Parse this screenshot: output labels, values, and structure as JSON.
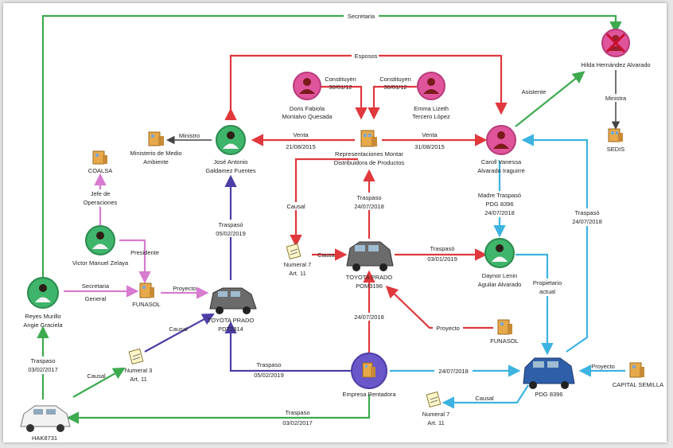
{
  "colors": {
    "green": "#3daa4f",
    "red": "#e0383c",
    "blue": "#3cb3e0",
    "purple": "#4b3fa6",
    "pink": "#d77bd0",
    "person_green": "#3fb56b",
    "person_pink": "#e0549c"
  },
  "nodes": {
    "hilda": {
      "name": "Hilda Hernández Alvarado",
      "icon": "person-crossed-icon"
    },
    "sedis": {
      "name": "SEDIS",
      "icon": "building-icon"
    },
    "doris": {
      "name1": "Doris Fabiola",
      "name2": "Montalvo Quesada",
      "icon": "person-female-icon"
    },
    "emma": {
      "name1": "Emma Lizeth",
      "name2": "Tercero López",
      "icon": "person-female-icon"
    },
    "representaciones": {
      "name1": "Representaciones Montar",
      "name2": "Distribuidora de Productos",
      "icon": "building-icon"
    },
    "jose": {
      "name1": "José Antonio",
      "name2": "Galdamez Fuentes",
      "icon": "person-male-icon"
    },
    "caroll": {
      "name1": "Caroll Vanessa",
      "name2": "Alvarado Iraguirre",
      "icon": "person-female-icon"
    },
    "ministerio": {
      "name1": "Ministerio de Medio",
      "name2": "Ambiente",
      "icon": "building-icon"
    },
    "coalsa": {
      "name": "COALSA",
      "icon": "building-icon"
    },
    "victor": {
      "name": "Victor Manuel Zelaya",
      "icon": "person-male-icon"
    },
    "funasol1": {
      "name": "FUNASOL",
      "icon": "building-icon"
    },
    "reyes": {
      "name1": "Reyes Murillo",
      "name2": "Angie Graciela",
      "icon": "person-male-icon"
    },
    "toyota_pdt": {
      "name1": "TOYOTA PRADO",
      "name2": "PDT2814",
      "icon": "car-suv-icon"
    },
    "toyota_pom": {
      "name1": "TOYOTA PRADO",
      "name2": "POM3196",
      "icon": "car-suv-icon"
    },
    "numeral7a": {
      "name1": "Numeral 7",
      "name2": "Art. 11",
      "icon": "document-icon"
    },
    "daynor": {
      "name1": "Daynor Lenin",
      "name2": "Aguilar Alvarado",
      "icon": "person-male-icon"
    },
    "funasol2": {
      "name": "FUNASOL",
      "icon": "building-icon"
    },
    "numeral3": {
      "name1": "Numeral 3",
      "name2": "Art. 11",
      "icon": "document-icon"
    },
    "empresa": {
      "name": "Empresa Rentadora",
      "icon": "building-icon"
    },
    "pdg": {
      "name": "PDG 8396",
      "icon": "car-blue-icon"
    },
    "capital": {
      "name": "CAPITAL SEMILLA",
      "icon": "building-icon"
    },
    "numeral7b": {
      "name1": "Numeral 7",
      "name2": "Art. 11",
      "icon": "document-icon"
    },
    "hak": {
      "name": "HAK8731",
      "icon": "car-white-icon"
    }
  },
  "edges": {
    "secretaria_top": "Secretaria",
    "esposos": "Esposos",
    "constituyen1_a": "Constituyen",
    "constituyen1_b": "30/01/12",
    "constituyen2_a": "Constituyen",
    "constituyen2_b": "30/01/12",
    "venta1_a": "Venta",
    "venta1_b": "21/08/2015",
    "venta2_a": "Venta",
    "venta2_b": "31/08/2015",
    "ministro1": "Ministro",
    "asistente": "Asistente",
    "ministra": "Ministra",
    "jefe1": "Jefe de",
    "jefe2": "Operaciones",
    "presidente": "Presidente",
    "secretaria_general1": "Secretaria",
    "secretaria_general2": "General",
    "proyecto1": "Proyecto",
    "traspaso_jose1": "Traspasó",
    "traspaso_jose2": "05/02/2019",
    "causal_red": "Causal",
    "traspaso_rep1": "Traspaso",
    "traspaso_rep2": "24/07/2018",
    "causa_red": "Causa",
    "traspaso_daynor1": "Traspasó",
    "traspaso_daynor2": "03/01/2019",
    "madre1": "Madre Traspasó",
    "madre2": "PDG 8396",
    "madre3": "24/07/2018",
    "traspaso_right1": "Traspasó",
    "traspaso_right2": "24/07/2018",
    "propietario1": "Propietario",
    "propietario2": "actual",
    "fecha_pom_empresa": "24/07/2018",
    "proyecto2": "Proyecto",
    "causal_purple": "Causal",
    "traspaso_reyes1": "Traspaso",
    "traspaso_reyes2": "03/02/2017",
    "causal_green": "Causal",
    "traspaso_empresa_pdt1": "Traspaso",
    "traspaso_empresa_pdt2": "05/02/2019",
    "fecha_empresa_pdg": "24/07/2018",
    "proyecto3": "Proyecto",
    "causal_blue": "Causal",
    "traspaso_bottom1": "Traspaso",
    "traspaso_bottom2": "03/02/2017"
  }
}
